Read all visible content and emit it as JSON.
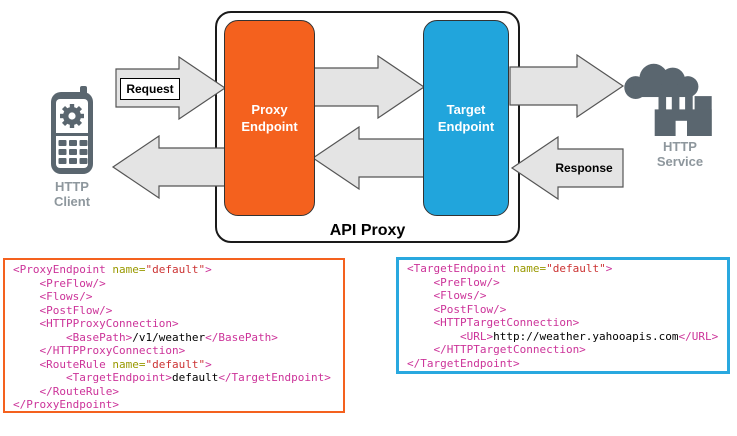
{
  "diagram": {
    "api_proxy_label": "API Proxy",
    "proxy_endpoint": {
      "line1": "Proxy",
      "line2": "Endpoint"
    },
    "target_endpoint": {
      "line1": "Target",
      "line2": "Endpoint"
    },
    "request_label": "Request",
    "response_label": "Response",
    "http_client": {
      "line1": "HTTP",
      "line2": "Client"
    },
    "http_service": {
      "line1": "HTTP",
      "line2": "Service"
    },
    "colors": {
      "proxy_orange": "#F4611E",
      "target_blue": "#21A5DC",
      "arrow_gray": "#e4e4e4",
      "icon_gray": "#5A666F",
      "label_gray": "#8E979D",
      "code_tag": "#cc3399",
      "code_attr": "#999900",
      "code_string": "#cc3333"
    }
  },
  "code": {
    "proxy": {
      "lines": [
        [
          {
            "c": "tag",
            "t": "<ProxyEndpoint "
          },
          {
            "c": "attr",
            "t": "name="
          },
          {
            "c": "str",
            "t": "\"default\""
          },
          {
            "c": "tag",
            "t": ">"
          }
        ],
        [
          {
            "c": "tag",
            "t": "    <PreFlow/>"
          }
        ],
        [
          {
            "c": "tag",
            "t": "    <Flows/>"
          }
        ],
        [
          {
            "c": "tag",
            "t": "    <PostFlow/>"
          }
        ],
        [
          {
            "c": "tag",
            "t": "    <HTTPProxyConnection>"
          }
        ],
        [
          {
            "c": "tag",
            "t": "        <BasePath>"
          },
          {
            "c": "txt",
            "t": "/v1/weather"
          },
          {
            "c": "tag",
            "t": "</BasePath>"
          }
        ],
        [
          {
            "c": "tag",
            "t": "    </HTTPProxyConnection>"
          }
        ],
        [
          {
            "c": "tag",
            "t": "    <RouteRule "
          },
          {
            "c": "attr",
            "t": "name="
          },
          {
            "c": "str",
            "t": "\"default\""
          },
          {
            "c": "tag",
            "t": ">"
          }
        ],
        [
          {
            "c": "tag",
            "t": "        <TargetEndpoint>"
          },
          {
            "c": "txt",
            "t": "default"
          },
          {
            "c": "tag",
            "t": "</TargetEndpoint>"
          }
        ],
        [
          {
            "c": "tag",
            "t": "    </RouteRule>"
          }
        ],
        [
          {
            "c": "tag",
            "t": "</ProxyEndpoint>"
          }
        ]
      ]
    },
    "target": {
      "lines": [
        [
          {
            "c": "tag",
            "t": "<TargetEndpoint "
          },
          {
            "c": "attr",
            "t": "name="
          },
          {
            "c": "str",
            "t": "\"default\""
          },
          {
            "c": "tag",
            "t": ">"
          }
        ],
        [
          {
            "c": "tag",
            "t": "    <PreFlow/>"
          }
        ],
        [
          {
            "c": "tag",
            "t": "    <Flows/>"
          }
        ],
        [
          {
            "c": "tag",
            "t": "    <PostFlow/>"
          }
        ],
        [
          {
            "c": "tag",
            "t": "    <HTTPTargetConnection>"
          }
        ],
        [
          {
            "c": "tag",
            "t": "        <URL>"
          },
          {
            "c": "txt",
            "t": "http://weather.yahooapis.com"
          },
          {
            "c": "tag",
            "t": "</URL>"
          }
        ],
        [
          {
            "c": "tag",
            "t": "    </HTTPTargetConnection>"
          }
        ],
        [
          {
            "c": "tag",
            "t": "</TargetEndpoint>"
          }
        ]
      ]
    }
  }
}
